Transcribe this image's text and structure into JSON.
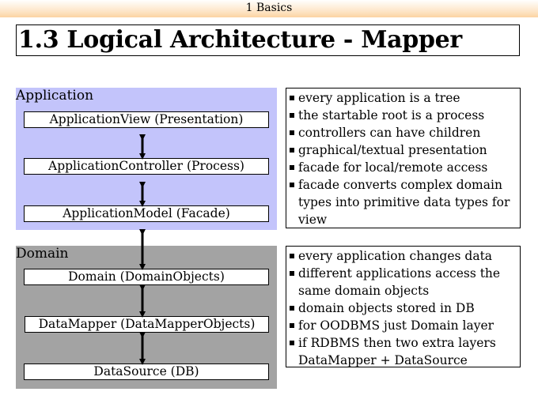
{
  "header": {
    "section": "1 Basics"
  },
  "title": "1.3 Logical Architecture - Mapper",
  "application_layer": {
    "label": "Application",
    "components": [
      "ApplicationView (Presentation)",
      "ApplicationController (Process)",
      "ApplicationModel (Facade)"
    ],
    "color": "#c3c4fb"
  },
  "domain_layer": {
    "label": "Domain",
    "components": [
      "Domain (DomainObjects)",
      "DataMapper (DataMapperObjects)",
      "DataSource (DB)"
    ],
    "color": "#a3a3a3"
  },
  "application_notes": [
    "every application is a tree",
    "the startable root is a process",
    "controllers can have children",
    "graphical/textual presentation",
    "facade for local/remote access",
    "facade converts complex domain types into primitive data types for view"
  ],
  "domain_notes": [
    "every application changes data",
    "different applications access the same domain objects",
    "domain objects stored in DB",
    "for OODBMS just Domain layer",
    "if RDBMS then two extra layers DataMapper + DataSource"
  ]
}
